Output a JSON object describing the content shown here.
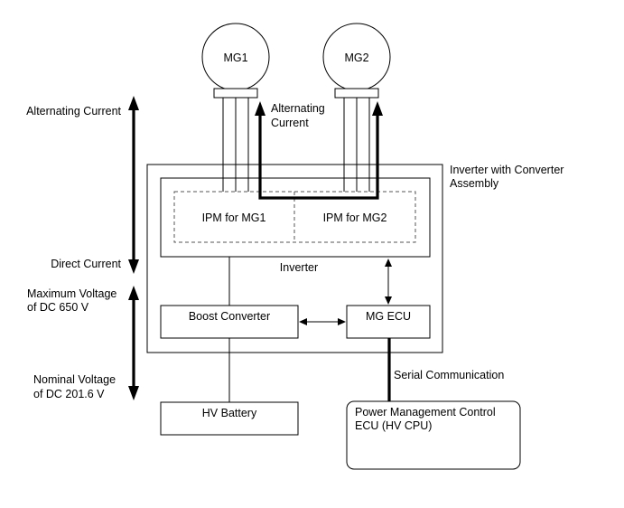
{
  "diagram": {
    "labels": {
      "mg1": "MG1",
      "mg2": "MG2",
      "alternating_current_left": "Alternating Current",
      "alternating_current_mid_1": "Alternating",
      "alternating_current_mid_2": "Current",
      "direct_current": "Direct Current",
      "max_voltage_1": "Maximum Voltage",
      "max_voltage_2": "of DC 650 V",
      "nominal_voltage_1": "Nominal Voltage",
      "nominal_voltage_2": "of DC 201.6 V",
      "assembly_1": "Inverter with Converter",
      "assembly_2": "Assembly",
      "ipm_mg1": "IPM for MG1",
      "ipm_mg2": "IPM for MG2",
      "inverter": "Inverter",
      "boost_converter": "Boost Converter",
      "mg_ecu": "MG ECU",
      "serial_communication": "Serial Communication",
      "hv_battery": "HV Battery",
      "power_mgmt_1": "Power Management Control",
      "power_mgmt_2": "ECU (HV CPU)"
    }
  }
}
